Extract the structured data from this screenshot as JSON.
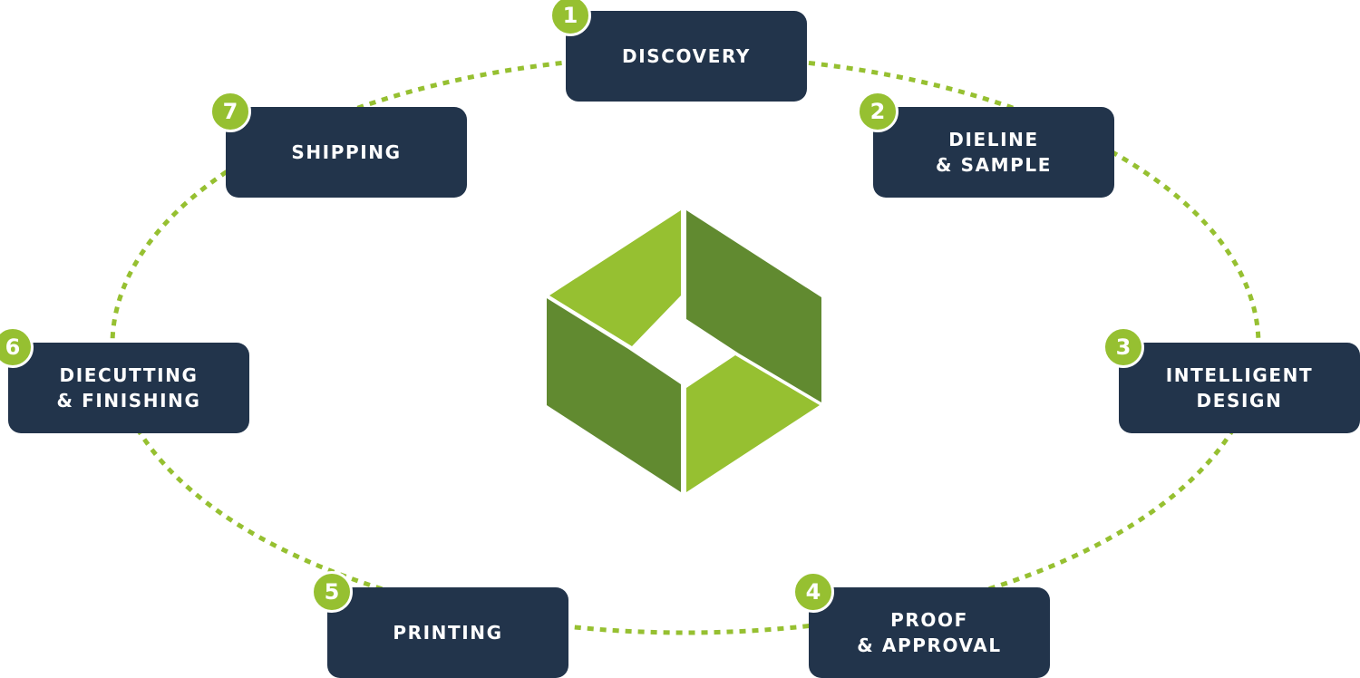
{
  "colors": {
    "box": "#22344b",
    "badge": "#96c031",
    "ring": "#96c031",
    "logo_light": "#96c031",
    "logo_dark": "#618a30"
  },
  "logo": {
    "icon": "hexagon-cube-logo-icon"
  },
  "steps": [
    {
      "number": "1",
      "line1": "DISCOVERY",
      "line2": ""
    },
    {
      "number": "2",
      "line1": "DIELINE",
      "line2": "& SAMPLE"
    },
    {
      "number": "3",
      "line1": "INTELLIGENT",
      "line2": "DESIGN"
    },
    {
      "number": "4",
      "line1": "PROOF",
      "line2": "& APPROVAL"
    },
    {
      "number": "5",
      "line1": "PRINTING",
      "line2": ""
    },
    {
      "number": "6",
      "line1": "DIECUTTING",
      "line2": "& FINISHING"
    },
    {
      "number": "7",
      "line1": "SHIPPING",
      "line2": ""
    }
  ]
}
